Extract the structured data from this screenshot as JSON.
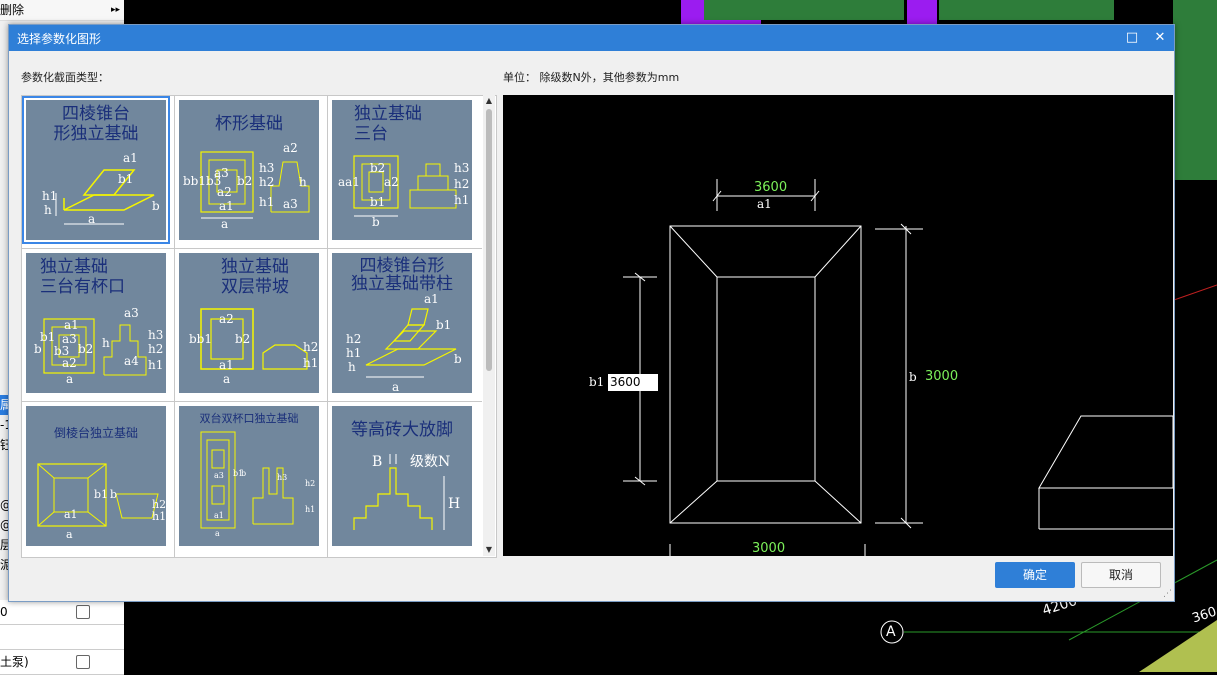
{
  "background": {
    "menu_delete": "删除",
    "menu_more": "▸▸",
    "left_side_texts": [
      "属",
      "-1",
      "钰",
      "@",
      "@",
      "层",
      "泥",
      "0",
      "土泵)"
    ],
    "axis_label": "A",
    "dimension_4200": "4200",
    "dimension_partial": "360"
  },
  "dialog": {
    "title": "选择参数化图形",
    "maximize_icon": "□",
    "close_icon": "✕",
    "section_type_label": "参数化截面类型：",
    "unit_label": "单位：  除级数N外，其他参数为mm",
    "ok_button": "确定",
    "cancel_button": "取消"
  },
  "shapes": [
    {
      "title": "四棱锥台形独立基础",
      "lines": [
        "四棱锥台",
        "形独立基础"
      ],
      "labels": [
        "a1",
        "b1",
        "h1",
        "h",
        "a",
        "b"
      ]
    },
    {
      "title": "杯形基础",
      "lines": [
        "杯形基础"
      ],
      "labels": [
        "a2",
        "a3",
        "b",
        "b1",
        "b3",
        "b2",
        "h3",
        "h2",
        "h",
        "a2",
        "a1",
        "h1",
        "a3",
        "a"
      ]
    },
    {
      "title": "独立基础三台",
      "lines": [
        "独立基础",
        "三台"
      ],
      "labels": [
        "b2",
        "a2",
        "a1",
        "h3",
        "h2",
        "h1",
        "b1",
        "b"
      ]
    },
    {
      "title": "独立基础三台有杯口",
      "lines": [
        "独立基础",
        "三台有杯口"
      ],
      "labels": [
        "a1",
        "a3",
        "b1",
        "a3",
        "b3",
        "b2",
        "b",
        "a2",
        "h3",
        "h2",
        "h1",
        "h",
        "a4",
        "a"
      ]
    },
    {
      "title": "独立基础双层带坡",
      "lines": [
        "独立基础",
        "双层带坡"
      ],
      "labels": [
        "a2",
        "b",
        "b1",
        "b2",
        "a1",
        "h2",
        "h1",
        "a"
      ]
    },
    {
      "title": "四棱锥台形独立基础带柱",
      "lines": [
        "四棱锥台形",
        "独立基础带柱"
      ],
      "labels": [
        "a1",
        "b1",
        "h2",
        "h1",
        "h",
        "b",
        "a"
      ]
    },
    {
      "title": "倒棱台独立基础",
      "lines": [
        "倒棱台独立基础"
      ],
      "labels": [
        "b1",
        "b",
        "h2",
        "h1",
        "a1",
        "a"
      ]
    },
    {
      "title": "双台双杯口独立基础",
      "lines": [
        "双台双杯口独立基础"
      ],
      "labels": [
        "a3",
        "a1",
        "a",
        "b1",
        "b",
        "h3",
        "h2",
        "h1"
      ]
    },
    {
      "title": "等高砖大放脚",
      "lines": [
        "等高砖大放脚"
      ],
      "labels": [
        "B",
        "级数N",
        "H"
      ]
    }
  ],
  "preview": {
    "top_value": "3600",
    "top_label": "a1",
    "left_label": "b1",
    "left_input_value": "3600",
    "right_label": "b",
    "right_value": "3000",
    "bottom_value": "3000"
  },
  "colors": {
    "accent": "#2f7fd7",
    "thumbnail_bg": "#71879d",
    "sketch_yellow": "#f5f500",
    "dim_green": "#7cf05a"
  }
}
